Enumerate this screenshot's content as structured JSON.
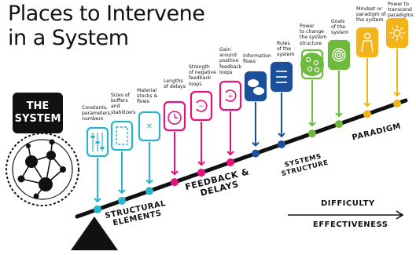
{
  "title": {
    "line1": "Places to Intervene",
    "line2": "in a System"
  },
  "system_badge": "THE\nSYSTEM",
  "leverage_points": [
    {
      "label": "Constants,\nparameters,\nnumbers",
      "color": "#29b5c9",
      "icon": "sliders-icon"
    },
    {
      "label": "Sizes of\nbuffers\nand\nstabilizers",
      "color": "#29b5c9",
      "icon": "buffer-icon"
    },
    {
      "label": "Material\nstocks &\nflows",
      "color": "#29b5c9",
      "icon": "stock-flow-icon"
    },
    {
      "label": "Lengths\nof delays",
      "color": "#e5127d",
      "icon": "alarm-clock-icon"
    },
    {
      "label": "Strength\nof negative\nfeedback\nloops",
      "color": "#e5127d",
      "icon": "negative-loop-icon"
    },
    {
      "label": "Gain\naround\npositive\nfeedback\nloops",
      "color": "#e5127d",
      "icon": "positive-loop-icon"
    },
    {
      "label": "Information\nflows",
      "color": "#1b4e9b",
      "icon": "chat-bubbles-icon"
    },
    {
      "label": "Rules\nof the\nsystem",
      "color": "#1b4e9b",
      "icon": "rules-icon"
    },
    {
      "label": "Power\nto change\nthe system\nstructure",
      "color": "#6cbb3c",
      "icon": "network-icon"
    },
    {
      "label": "Goals\nof the\nsystem",
      "color": "#6cbb3c",
      "icon": "target-icon"
    },
    {
      "label": "Mindset or\nparadigm of\nthe system",
      "color": "#f3b31b",
      "icon": "person-icon"
    },
    {
      "label": "Power to\ntranscend\nparadigms",
      "color": "#f3b31b",
      "icon": "sun-icon"
    }
  ],
  "groups": [
    {
      "label": "STRUCTURAL\nELEMENTS"
    },
    {
      "label": "FEEDBACK &\nDELAYS"
    },
    {
      "label": "SYSTEMS\nSTRUCTURE"
    },
    {
      "label": "PARADIGM"
    }
  ],
  "axis": {
    "difficulty": "DIFFICULTY",
    "effectiveness": "EFFECTIVENESS"
  }
}
